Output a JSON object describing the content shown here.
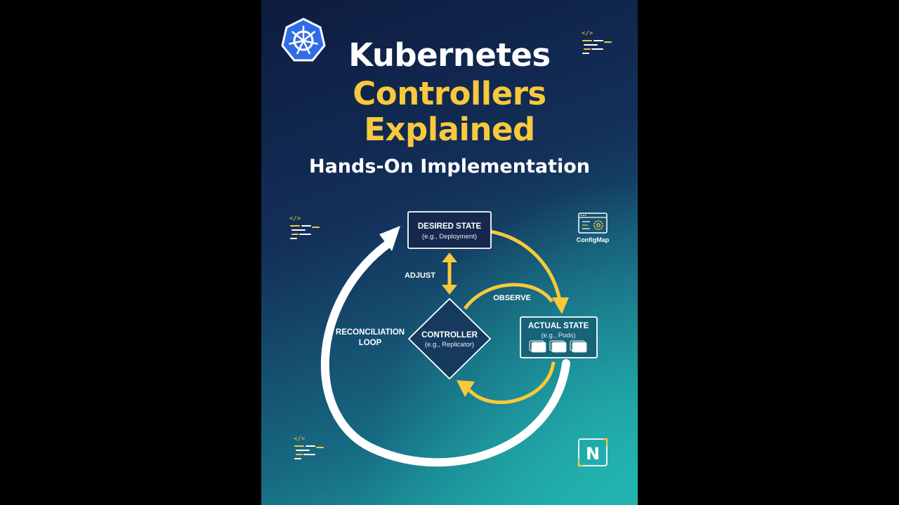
{
  "poster": {
    "title_line1": "Kubernetes",
    "title_line2": "Controllers",
    "title_line3": "Explained",
    "subtitle": "Hands-On Implementation"
  },
  "diagram": {
    "desired_state": {
      "title": "DESIRED STATE",
      "detail": "(e.g., Deployment)"
    },
    "actual_state": {
      "title": "ACTUAL STATE",
      "detail": "(e.g., Pods)"
    },
    "controller": {
      "title": "CONTROLLER",
      "detail": "(e.g., Replicator)"
    },
    "adjust_label": "ADJUST",
    "observe_label": "OBSERVE",
    "loop_label_line1": "RECONCILIATION",
    "loop_label_line2": "LOOP",
    "configmap_label": "ConfigMap"
  },
  "icons": {
    "kubernetes_logo": "kubernetes-helm-icon",
    "code_snippet": "code-file-icon",
    "configmap": "configmap-window-gear-icon",
    "brand": "n-logo-icon"
  },
  "colors": {
    "accent_yellow": "#f8c93c",
    "white": "#ffffff",
    "bg_dark": "#0e1b3f",
    "bg_teal": "#1fa7a6"
  }
}
